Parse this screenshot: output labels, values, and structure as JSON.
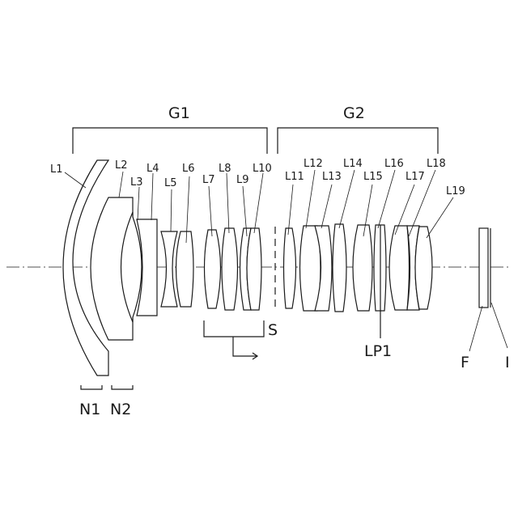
{
  "groups": {
    "g1": "G1",
    "g2": "G2"
  },
  "lenses": {
    "l1": "L1",
    "l2": "L2",
    "l3": "L3",
    "l4": "L4",
    "l5": "L5",
    "l6": "L6",
    "l7": "L7",
    "l8": "L8",
    "l9": "L9",
    "l10": "L10",
    "l11": "L11",
    "l12": "L12",
    "l13": "L13",
    "l14": "L14",
    "l15": "L15",
    "l16": "L16",
    "l17": "L17",
    "l18": "L18",
    "l19": "L19"
  },
  "markers": {
    "n1": "N1",
    "n2": "N2",
    "s": "S",
    "lp1": "LP1",
    "f": "F",
    "i": "I"
  }
}
